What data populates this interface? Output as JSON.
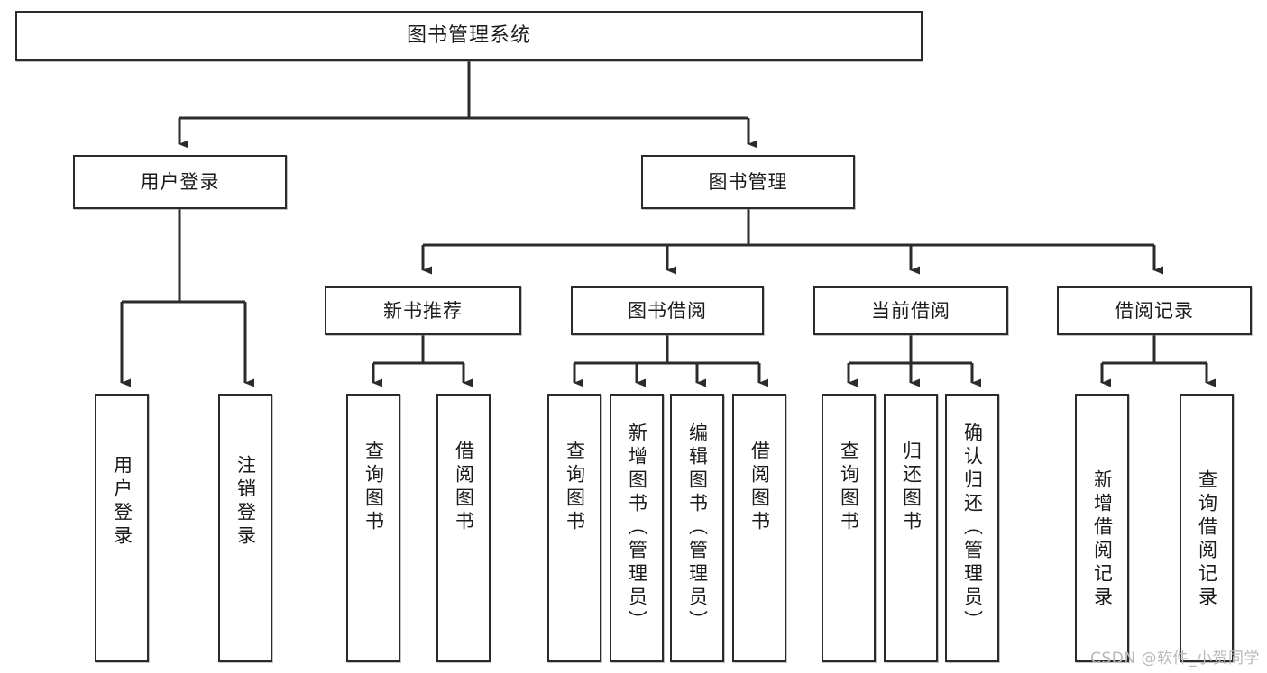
{
  "diagram": {
    "title": "图书管理系统",
    "type": "tree",
    "watermark": "CSDN @软件_小贺同学",
    "colors": {
      "stroke": "#2b2b2b",
      "fill": "#ffffff",
      "text": "#1b1b1b",
      "watermark": "#b9b9b9"
    },
    "nodes": {
      "root": {
        "label": "图书管理系统"
      },
      "level2": [
        {
          "id": "user-login",
          "label": "用户登录"
        },
        {
          "id": "book-manage",
          "label": "图书管理"
        }
      ],
      "level3": [
        {
          "id": "new-book-rec",
          "label": "新书推荐"
        },
        {
          "id": "book-borrow",
          "label": "图书借阅"
        },
        {
          "id": "current-borrow",
          "label": "当前借阅"
        },
        {
          "id": "borrow-record",
          "label": "借阅记录"
        }
      ],
      "leaves": {
        "user-login": [
          {
            "id": "leaf-user-login",
            "label": "用户登录"
          },
          {
            "id": "leaf-logout-login",
            "label": "注销登录"
          }
        ],
        "new-book-rec": [
          {
            "id": "leaf-query-book-1",
            "label": "查询图书"
          },
          {
            "id": "leaf-borrow-book-1",
            "label": "借阅图书"
          }
        ],
        "book-borrow": [
          {
            "id": "leaf-query-book-2",
            "label": "查询图书"
          },
          {
            "id": "leaf-add-book",
            "label": "新增图书（管理员）"
          },
          {
            "id": "leaf-edit-book",
            "label": "编辑图书（管理员）"
          },
          {
            "id": "leaf-borrow-book-2",
            "label": "借阅图书"
          }
        ],
        "current-borrow": [
          {
            "id": "leaf-query-book-3",
            "label": "查询图书"
          },
          {
            "id": "leaf-return-book",
            "label": "归还图书"
          },
          {
            "id": "leaf-confirm-return",
            "label": "确认归还（管理员）"
          }
        ],
        "borrow-record": [
          {
            "id": "leaf-add-record",
            "label": "新增借阅记录"
          },
          {
            "id": "leaf-query-record",
            "label": "查询借阅记录"
          }
        ]
      }
    }
  }
}
